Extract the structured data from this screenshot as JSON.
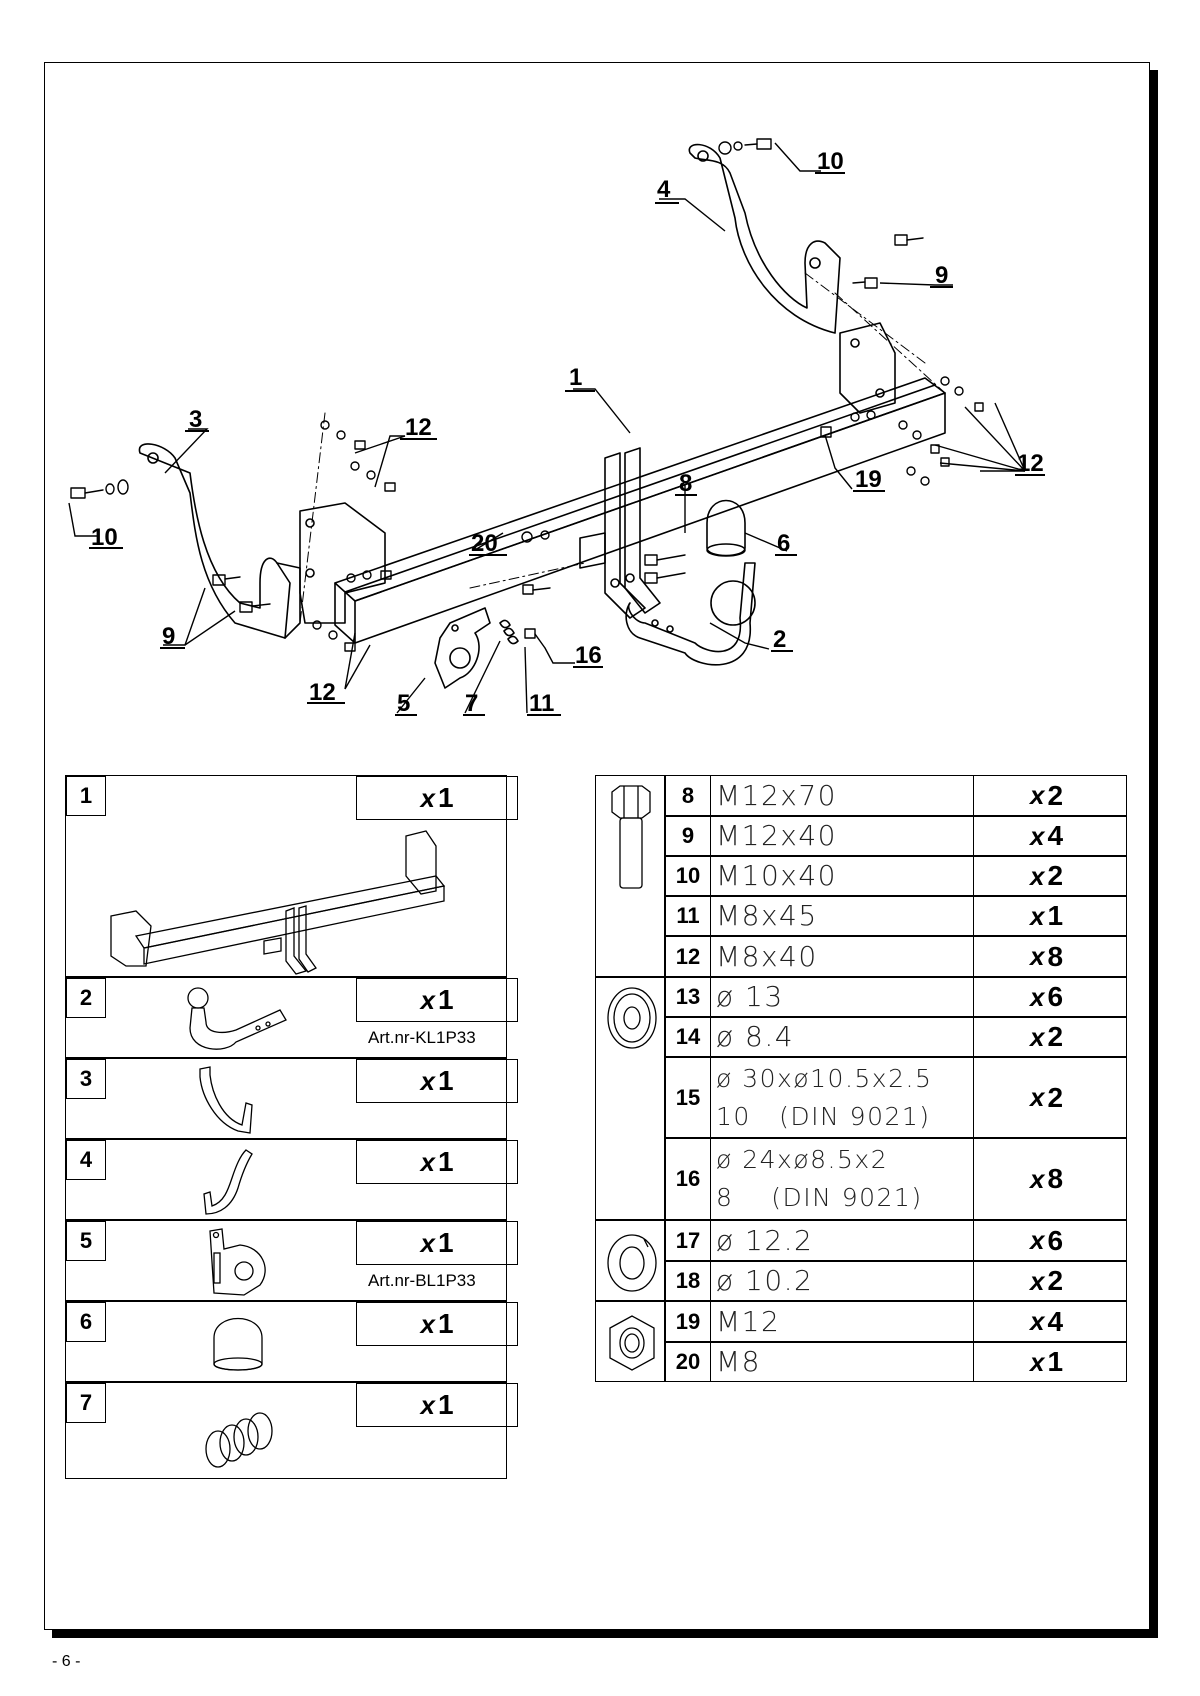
{
  "callouts": {
    "c1": "1",
    "c2": "2",
    "c3": "3",
    "c4": "4",
    "c5": "5",
    "c6": "6",
    "c7": "7",
    "c8": "8",
    "c9a": "9",
    "c9b": "9",
    "c10a": "10",
    "c10b": "10",
    "c11": "11",
    "c12a": "12",
    "c12b": "12",
    "c12c": "12",
    "c16": "16",
    "c19": "19",
    "c20": "20"
  },
  "parts_left": [
    {
      "num": "1",
      "qty_prefix": "x",
      "qty": "1",
      "art": ""
    },
    {
      "num": "2",
      "qty_prefix": "x",
      "qty": "1",
      "art": "Art.nr-KL1P33"
    },
    {
      "num": "3",
      "qty_prefix": "x",
      "qty": "1",
      "art": ""
    },
    {
      "num": "4",
      "qty_prefix": "x",
      "qty": "1",
      "art": ""
    },
    {
      "num": "5",
      "qty_prefix": "x",
      "qty": "1",
      "art": "Art.nr-BL1P33"
    },
    {
      "num": "6",
      "qty_prefix": "x",
      "qty": "1",
      "art": ""
    },
    {
      "num": "7",
      "qty_prefix": "x",
      "qty": "1",
      "art": ""
    }
  ],
  "parts_right": [
    {
      "num": "8",
      "spec": [
        "M12x70"
      ],
      "qty_prefix": "x",
      "qty": "2"
    },
    {
      "num": "9",
      "spec": [
        "M12x40"
      ],
      "qty_prefix": "x",
      "qty": "4"
    },
    {
      "num": "10",
      "spec": [
        "M10x40"
      ],
      "qty_prefix": "x",
      "qty": "2"
    },
    {
      "num": "11",
      "spec": [
        "M8x45"
      ],
      "qty_prefix": "x",
      "qty": "1"
    },
    {
      "num": "12",
      "spec": [
        "M8x40"
      ],
      "qty_prefix": "x",
      "qty": "8"
    },
    {
      "num": "13",
      "spec": [
        "ø 13"
      ],
      "qty_prefix": "x",
      "qty": "6"
    },
    {
      "num": "14",
      "spec": [
        "ø 8.4"
      ],
      "qty_prefix": "x",
      "qty": "2"
    },
    {
      "num": "15",
      "spec": [
        "ø 30xø10.5x2.5",
        "10   (DIN 9021)"
      ],
      "qty_prefix": "x",
      "qty": "2"
    },
    {
      "num": "16",
      "spec": [
        "ø 24xø8.5x2",
        "8    (DIN 9021)"
      ],
      "qty_prefix": "x",
      "qty": "8"
    },
    {
      "num": "17",
      "spec": [
        "ø 12.2"
      ],
      "qty_prefix": "x",
      "qty": "6"
    },
    {
      "num": "18",
      "spec": [
        "ø 10.2"
      ],
      "qty_prefix": "x",
      "qty": "2"
    },
    {
      "num": "19",
      "spec": [
        "M12"
      ],
      "qty_prefix": "x",
      "qty": "4"
    },
    {
      "num": "20",
      "spec": [
        "M8"
      ],
      "qty_prefix": "x",
      "qty": "1"
    }
  ],
  "page_number": "- 6 -"
}
